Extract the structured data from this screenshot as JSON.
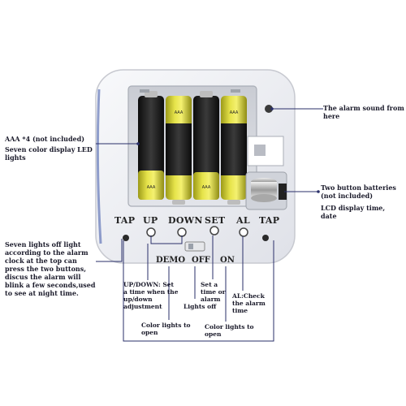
{
  "labels": {
    "aaa": "AAA *4 (not included)",
    "seven_color": "Seven color display LED lights",
    "alarm_sound": "The alarm sound from here",
    "button_batteries": "Two button batteries (not included)",
    "lcd": "LCD display time, date",
    "seven_lights": "Seven lights off light according to the alarm clock at the top can press the two buttons, discus the alarm will blink a few seconds,used to see at night time.",
    "updown": "UP/DOWN: Set a time when the up/down adjustment",
    "set_desc": "Set a time or alarm",
    "al_desc": "AL:Check the alarm time",
    "lights_off": "Lights off",
    "color_open_1": "Color lights to open",
    "color_open_2": "Color lights to open"
  },
  "buttons": {
    "tap_left": "TAP",
    "up": "UP",
    "down": "DOWN",
    "set": "SET",
    "al": "AL",
    "tap_right": "TAP"
  },
  "switch": {
    "demo": "DEMO",
    "off": "OFF",
    "on": "ON"
  },
  "battery_marks": [
    "AAA",
    "AAA",
    "AAA",
    "AAA"
  ],
  "colors": {
    "device": "#f2f3f6",
    "battery_yellow": "#d9d63a",
    "battery_black": "#1b1b1b",
    "leader": "#2a2f6a"
  }
}
